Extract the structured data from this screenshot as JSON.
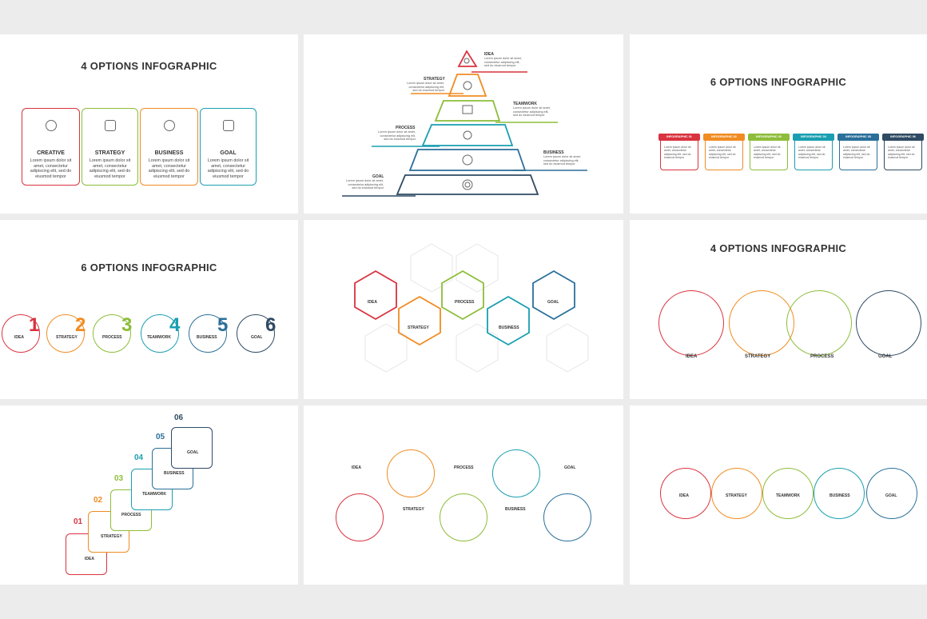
{
  "titles": {
    "p1": "4 OPTIONS INFOGRAPHIC",
    "p3": "6 OPTIONS INFOGRAPHIC",
    "p4": "6 OPTIONS INFOGRAPHIC",
    "p6": "4 OPTIONS INFOGRAPHIC"
  },
  "lorem": "Lorem ipsum dolor sit amet, consectetur adipiscing elit, sed do eiusmod tempor",
  "colors": {
    "red": "#d9333f",
    "orange": "#f08c22",
    "green": "#8dbd3a",
    "teal": "#1a9fb0",
    "blue": "#2a6f9a",
    "navy": "#2f4a63",
    "grey": "#c9c9c9"
  },
  "p1_boxes": [
    {
      "label": "CREATIVE",
      "icon": "bulb-icon"
    },
    {
      "label": "STRATEGY",
      "icon": "notepad-icon"
    },
    {
      "label": "BUSINESS",
      "icon": "head-icon"
    },
    {
      "label": "GOAL",
      "icon": "mountain-flag-icon"
    }
  ],
  "p2_levels": [
    {
      "label": "IDEA",
      "icon": "bulb-icon"
    },
    {
      "label": "STRATEGY",
      "icon": "chart-icon"
    },
    {
      "label": "TEAMWORK",
      "icon": "envelope-icon"
    },
    {
      "label": "PROCESS",
      "icon": "cloud-icon"
    },
    {
      "label": "BUSINESS",
      "icon": "head-icon"
    },
    {
      "label": "GOAL",
      "icon": "target-icon"
    }
  ],
  "p3_tabs": [
    "INFOGRAPHIC 01",
    "INFOGRAPHIC 02",
    "INFOGRAPHIC 03",
    "INFOGRAPHIC 04",
    "INFOGRAPHIC 05",
    "INFOGRAPHIC 06"
  ],
  "p4_items": [
    {
      "label": "IDEA",
      "num": "1"
    },
    {
      "label": "STRATEGY",
      "num": "2"
    },
    {
      "label": "PROCESS",
      "num": "3"
    },
    {
      "label": "TEAMWORK",
      "num": "4"
    },
    {
      "label": "BUSINESS",
      "num": "5"
    },
    {
      "label": "GOAL",
      "num": "6"
    }
  ],
  "p5_hexes": [
    "IDEA",
    "STRATEGY",
    "PROCESS",
    "BUSINESS",
    "GOAL"
  ],
  "p6_items": [
    "IDEA",
    "STRATEGY",
    "PROCESS",
    "GOAL"
  ],
  "p7_steps": [
    {
      "num": "01",
      "label": "IDEA"
    },
    {
      "num": "02",
      "label": "STRATEGY"
    },
    {
      "num": "03",
      "label": "PROCESS"
    },
    {
      "num": "04",
      "label": "TEAMWORK"
    },
    {
      "num": "05",
      "label": "BUSINESS"
    },
    {
      "num": "06",
      "label": "GOAL"
    }
  ],
  "p8_items": [
    "IDEA",
    "STRATEGY",
    "PROCESS",
    "BUSINESS",
    "GOAL"
  ],
  "p9_items": [
    "IDEA",
    "STRATEGY",
    "TEAMWORK",
    "BUSINESS",
    "GOAL"
  ]
}
